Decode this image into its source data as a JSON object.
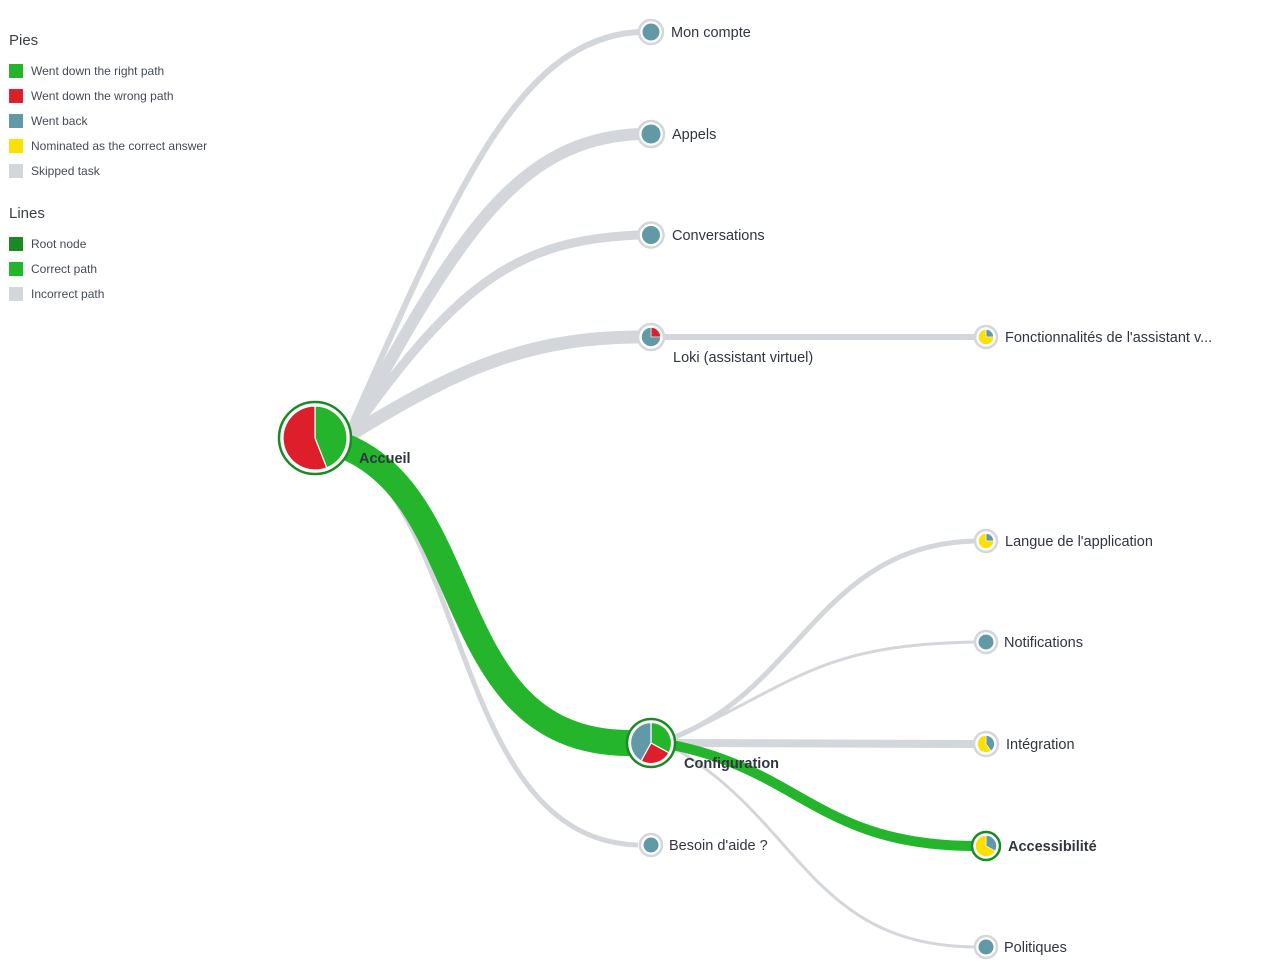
{
  "legend": {
    "pies_title": "Pies",
    "pies": [
      {
        "label": "Went down the right path",
        "color": "#25b52c"
      },
      {
        "label": "Went down the wrong path",
        "color": "#dc1f2b"
      },
      {
        "label": "Went back",
        "color": "#6199a6"
      },
      {
        "label": "Nominated as the correct answer",
        "color": "#fbe000"
      },
      {
        "label": "Skipped task",
        "color": "#d3d6da"
      }
    ],
    "lines_title": "Lines",
    "lines": [
      {
        "label": "Root node",
        "color": "#1b8a25"
      },
      {
        "label": "Correct path",
        "color": "#25b52c"
      },
      {
        "label": "Incorrect path",
        "color": "#d3d6da"
      }
    ]
  },
  "colors": {
    "correct": "#25b52c",
    "wrong": "#dc1f2b",
    "back": "#6199a6",
    "nominated": "#fbe000",
    "skipped": "#d3d6da",
    "root": "#1b8a25",
    "incorrect_line": "#d3d6da"
  },
  "nodes": {
    "accueil": "Accueil",
    "mon_compte": "Mon compte",
    "appels": "Appels",
    "conversations": "Conversations",
    "loki": "Loki (assistant virtuel)",
    "fonctionnalites": "Fonctionnalités de l'assistant v...",
    "configuration": "Configuration",
    "besoin": "Besoin d'aide ?",
    "langue": "Langue de l'application",
    "notifications": "Notifications",
    "integration": "Intégration",
    "accessibilite": "Accessibilité",
    "politiques": "Politiques"
  },
  "pies": {
    "accueil": {
      "correct": 0.44,
      "wrong": 0.56
    },
    "loki": {
      "wrong": 0.25,
      "back": 0.75
    },
    "configuration": {
      "correct": 0.33,
      "wrong": 0.25,
      "back": 0.42
    },
    "fonctionnalites": {
      "back": 0.25,
      "nominated": 0.75
    },
    "langue": {
      "back": 0.25,
      "nominated": 0.75
    },
    "integration": {
      "back": 0.4,
      "nominated": 0.6
    },
    "accessibilite": {
      "back": 0.33,
      "nominated": 0.67
    }
  }
}
